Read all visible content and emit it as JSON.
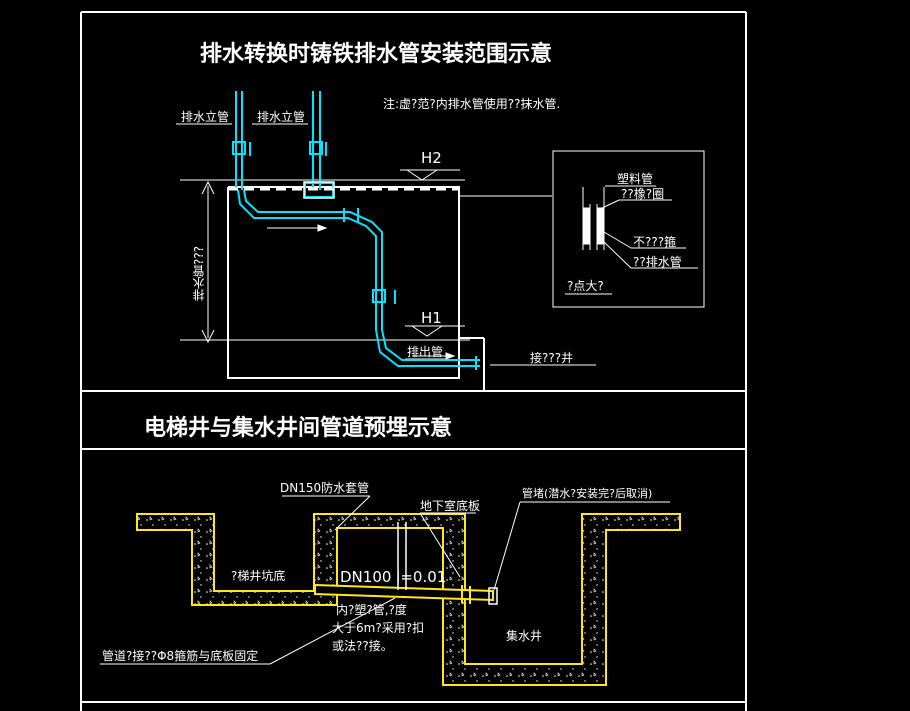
{
  "section1": {
    "title": "排水转换时铸铁排水管安装范围示意",
    "note": "注:虚?范?内排水管使用??抹水管.",
    "riser_left": "排水立管",
    "riser_right": "排水立管",
    "h2": "H2",
    "h1": "H1",
    "drain_height": "排水管???",
    "outlet": "排出管",
    "connect": "接???井",
    "detail": {
      "plastic_pipe": "塑料管",
      "rubber_ring": "??橡?圈",
      "steel_hoop": "不???箍",
      "drain_pipe": "??排水管",
      "enlarged": "?点大?"
    }
  },
  "section2": {
    "title": "电梯井与集水井间管道预埋示意",
    "sleeve": "DN150防水套管",
    "basement_floor": "地下室底板",
    "plug": "管堵(潜水?安装完?后取消)",
    "pit_floor": "?梯井坑底",
    "pipe_spec": "DN100 i=0.01",
    "note_line1": "内?塑?管,?度",
    "note_line2": "大于6m?采用?扣",
    "note_line3": "或法??接。",
    "sump": "集水井",
    "fixing": "管道?接??Φ8箍筋与底板固定"
  }
}
